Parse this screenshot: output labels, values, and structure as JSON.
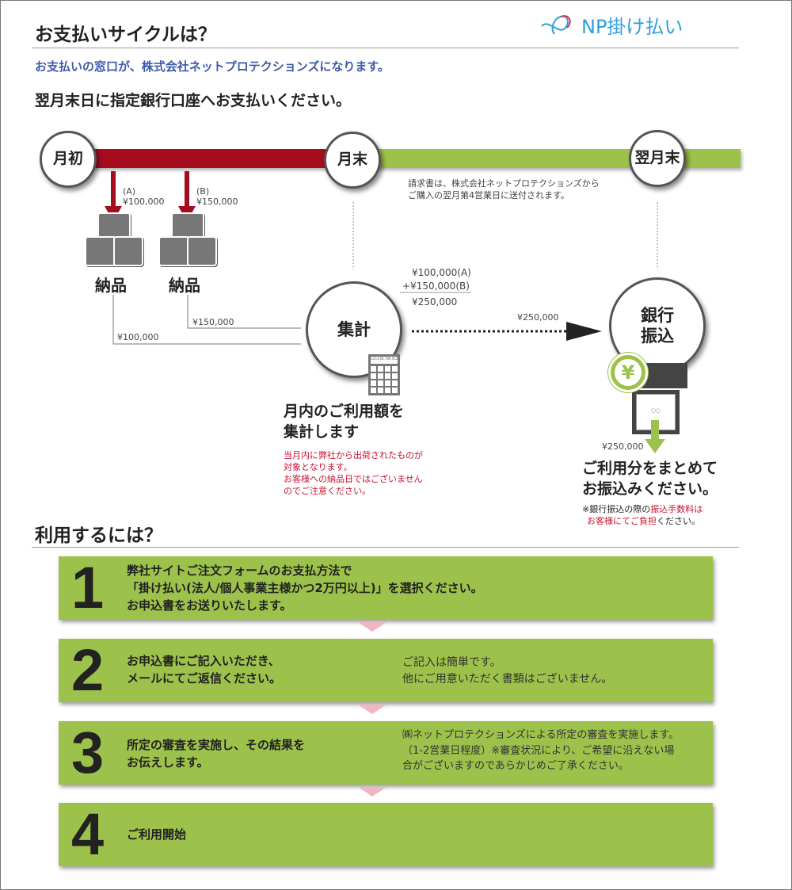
{
  "title": "お支払いサイクルは？",
  "logo": {
    "text": "NP掛け払い",
    "color": "#2fa0dd"
  },
  "notice": "お支払いの窓口が、株式会社ネットプロテクションズになります。",
  "subtitle": "翌月末日に指定銀行口座へお支払いください。",
  "timeline": {
    "start": "月初",
    "end": "月末",
    "next_end": "翌月末",
    "invoice_note": [
      "請求書は、株式会社ネットプロテクションズから",
      "ご購入の翌月第4営業日に送付されます。"
    ],
    "deliveries": [
      {
        "tag": "(A)",
        "amount": "¥100,000",
        "label": "納品"
      },
      {
        "tag": "(B)",
        "amount": "¥150,000",
        "label": "納品"
      }
    ],
    "line_amounts": [
      "¥150,000",
      "¥100,000"
    ],
    "sum": {
      "a": "¥100,000(A)",
      "b": "+¥150,000(B)",
      "total": "¥250,000"
    },
    "aggregate": "集計",
    "transfer_amount": "¥250,000",
    "bank": [
      "銀行",
      "振込"
    ],
    "bank_amount": "¥250,000",
    "calc_display": "123,456,789,012"
  },
  "aggregate_text": {
    "title": [
      "月内のご利用額を",
      "集計します"
    ],
    "note": [
      "当月内に弊社から出荷されたものが",
      "対象となります。",
      "お客様への納品日ではございません",
      "のでご注意ください。"
    ]
  },
  "bank_text": {
    "title": [
      "ご利用分をまとめて",
      "お振込みください。"
    ],
    "note_a": "※銀行振込の際の",
    "note_b": "振込手数料は",
    "note_c": "お客様にてご負担",
    "note_d": "ください。"
  },
  "usage_title": "利用するには？",
  "steps": [
    {
      "num": "1",
      "text": [
        "弊社サイトご注文フォームのお支払方法で",
        "「掛け払い(法人/個人事業主様かつ2万円以上)」を選択ください。",
        "お申込書をお送りいたします。"
      ]
    },
    {
      "num": "2",
      "text": [
        "お申込書にご記入いただき、",
        "メールにてご返信ください。"
      ],
      "note": [
        "ご記入は簡単です。",
        "他にご用意いただく書類はございません。"
      ]
    },
    {
      "num": "3",
      "text": [
        "所定の審査を実施し、その結果を",
        "お伝えします。"
      ],
      "note": [
        "㈱ネットプロテクションズによる所定の審査を実施します。",
        "（1-2営業日程度）※審査状況により、ご希望に沿えない場",
        "合がございますのであらかじめご了承ください。"
      ]
    },
    {
      "num": "4",
      "text": [
        "ご利用開始"
      ]
    }
  ],
  "colors": {
    "red": "#a50d1f",
    "green": "#9dc24b",
    "blue": "#3d5aa8"
  }
}
